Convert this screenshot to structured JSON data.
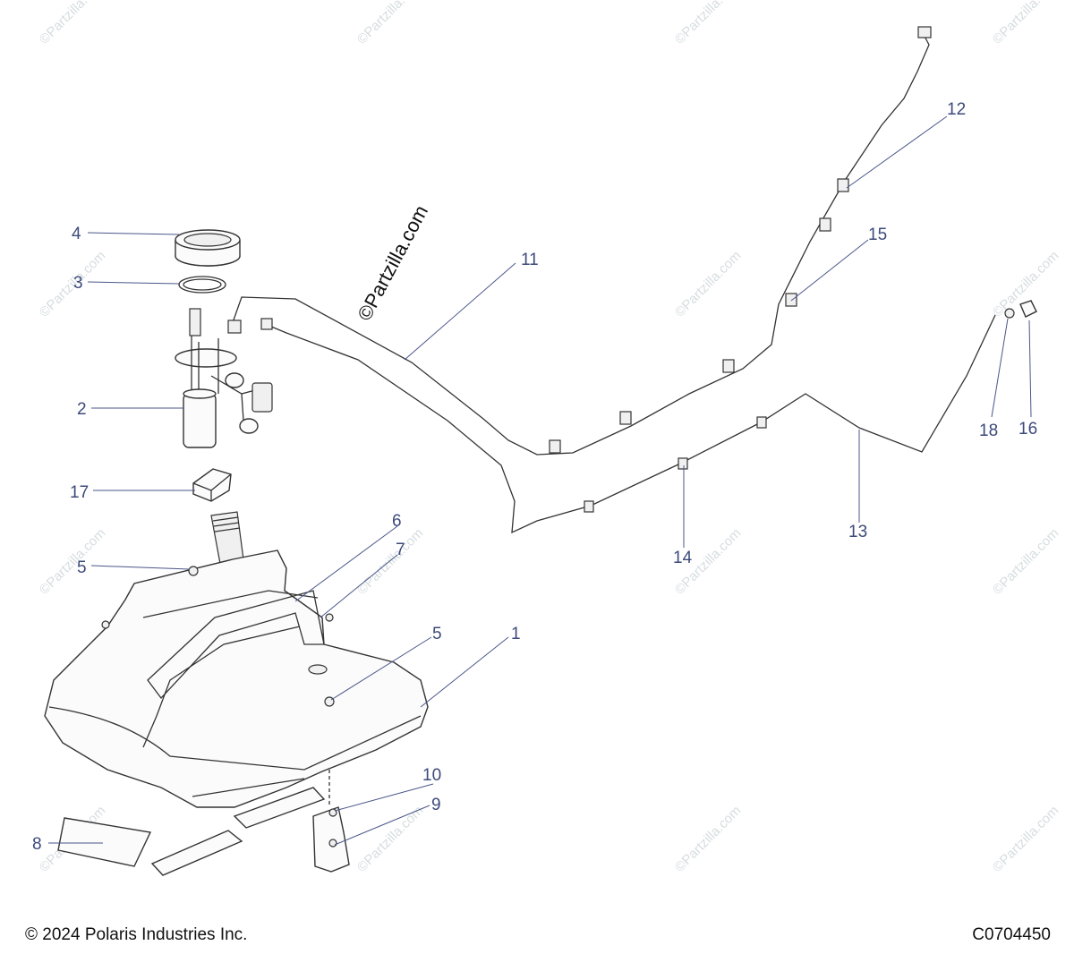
{
  "diagram": {
    "watermark_text": "©Partzilla.com",
    "callouts": [
      {
        "id": "c1",
        "label": "1"
      },
      {
        "id": "c2",
        "label": "2"
      },
      {
        "id": "c3",
        "label": "3"
      },
      {
        "id": "c4",
        "label": "4"
      },
      {
        "id": "c5a",
        "label": "5"
      },
      {
        "id": "c5b",
        "label": "5"
      },
      {
        "id": "c6",
        "label": "6"
      },
      {
        "id": "c7",
        "label": "7"
      },
      {
        "id": "c8",
        "label": "8"
      },
      {
        "id": "c9",
        "label": "9"
      },
      {
        "id": "c10",
        "label": "10"
      },
      {
        "id": "c11",
        "label": "11"
      },
      {
        "id": "c12",
        "label": "12"
      },
      {
        "id": "c13",
        "label": "13"
      },
      {
        "id": "c14",
        "label": "14"
      },
      {
        "id": "c15",
        "label": "15"
      },
      {
        "id": "c16",
        "label": "16"
      },
      {
        "id": "c17",
        "label": "17"
      },
      {
        "id": "c18",
        "label": "18"
      }
    ]
  },
  "footer": {
    "copyright": "© 2024 Polaris Industries Inc.",
    "figure_id": "C0704450"
  }
}
